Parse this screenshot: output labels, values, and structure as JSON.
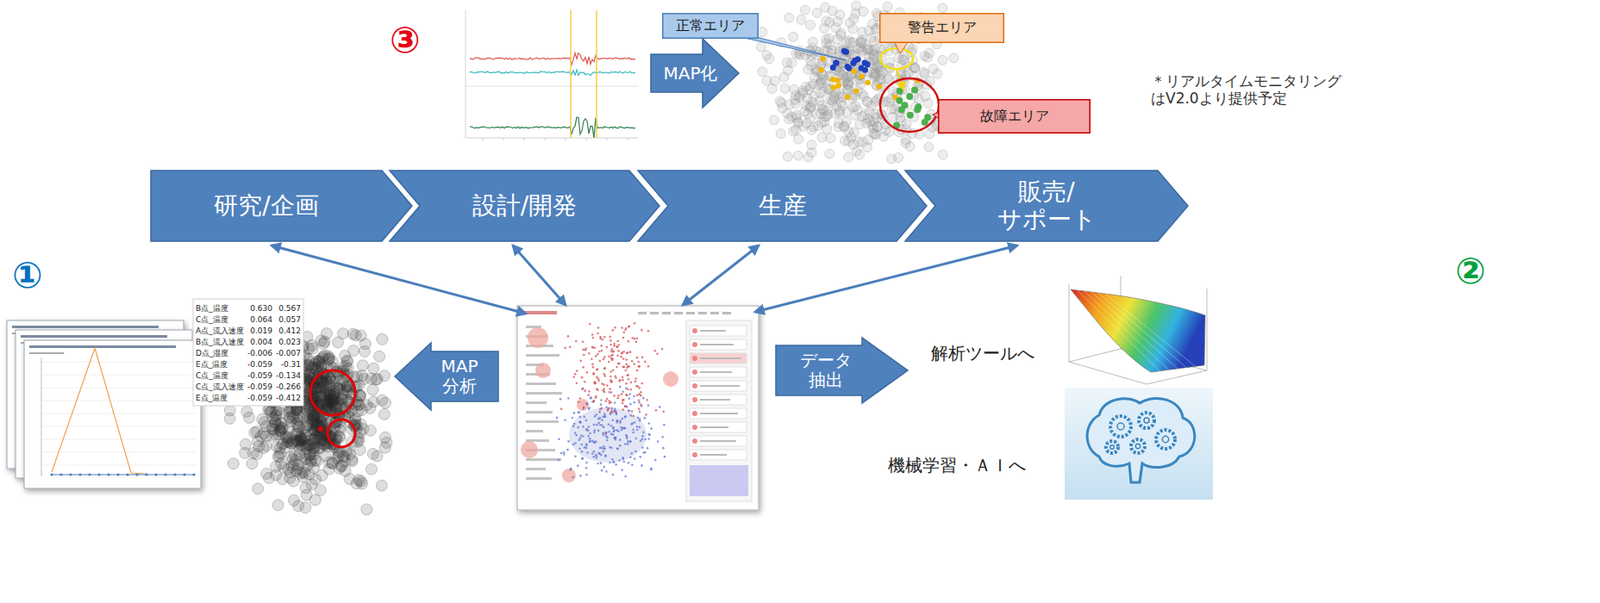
{
  "diagram": {
    "nodes": [
      {
        "text": [
          "正常エリア"
        ]
      },
      {
        "text": [
          "警告エリア"
        ]
      },
      {
        "text": [
          "MAP化"
        ]
      },
      {
        "text": [
          "故障エリア"
        ]
      },
      {
        "text": [
          "研究/企画"
        ]
      },
      {
        "text": [
          "設計/開発"
        ]
      },
      {
        "text": [
          "生産"
        ]
      },
      {
        "text": [
          "販売/ サポート"
        ]
      },
      {
        "text": [
          "MAP 分析"
        ]
      },
      {
        "text": [
          "データ 抽出"
        ]
      }
    ],
    "labels": [
      "③",
      "＊リアルタイムモニタリング はV2.0より提供予定",
      "①",
      "②",
      "B点_温度",
      "0.630",
      "0.567",
      "C点_温度",
      "0.064",
      "0.057",
      "A点_流入速度",
      "0.019",
      "0.412",
      "B点_流入速度",
      "0.004",
      "0.023",
      "D点_湿度",
      "-0.006",
      "-0.007",
      "E点_温度",
      "-0.059",
      "-0.31",
      "C点_温度",
      "-0.059",
      "-0.134",
      "C点_流入速度",
      "-0.059",
      "-0.266",
      "E点_温度",
      "-0.059",
      "-0.412",
      "解析ツールへ",
      "機械学習・ＡＩへ"
    ]
  }
}
